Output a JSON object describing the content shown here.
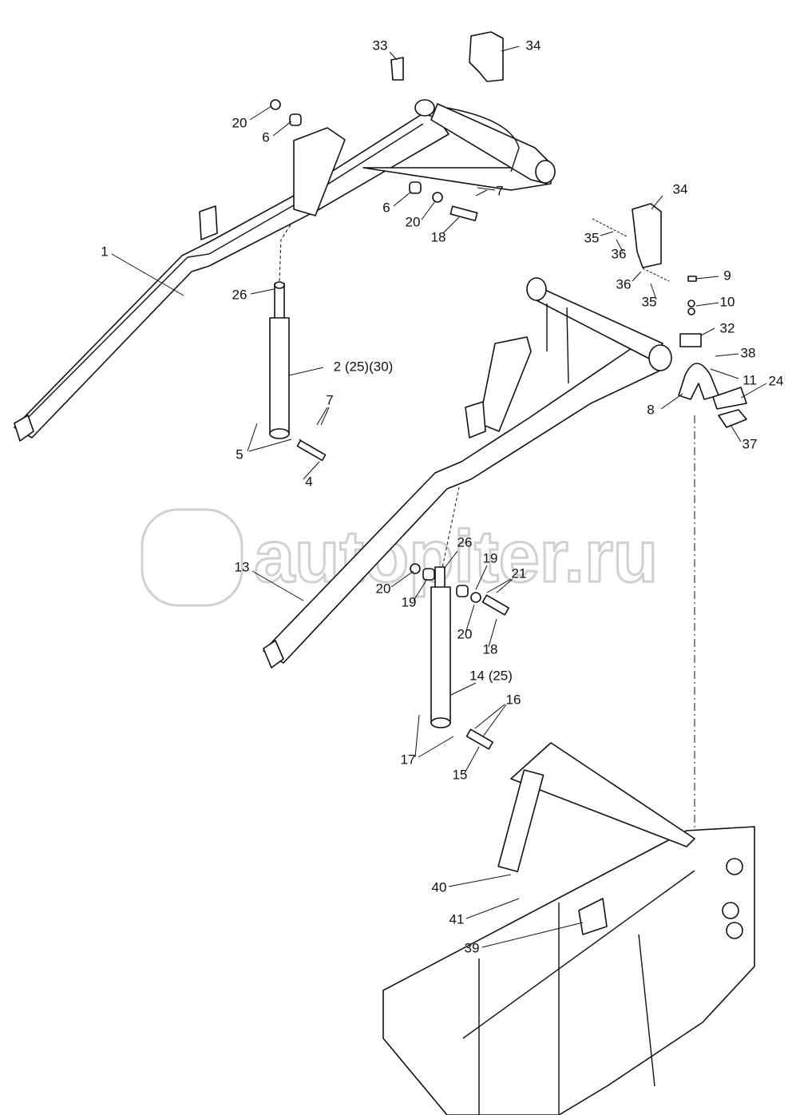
{
  "diagram": {
    "watermark": "autopiter.ru",
    "labels": {
      "l33": "33",
      "l34a": "34",
      "l20a": "20",
      "l6a": "6",
      "l7a": "7",
      "l6b": "6",
      "l20b": "20",
      "l18a": "18",
      "l1": "1",
      "l34b": "34",
      "l35a": "35",
      "l36a": "36",
      "l36b": "36",
      "l35b": "35",
      "l9": "9",
      "l10": "10",
      "l32": "32",
      "l38": "38",
      "l11": "11",
      "l24": "24",
      "l8": "8",
      "l37": "37",
      "l26a": "26",
      "l2": "2 (25)(30)",
      "l7b": "7",
      "l5": "5",
      "l4": "4",
      "l26b": "26",
      "l13": "13",
      "l19a": "19",
      "l21": "21",
      "l20c": "20",
      "l19b": "19",
      "l20d": "20",
      "l18b": "18",
      "l14": "14 (25)",
      "l16": "16",
      "l17": "17",
      "l15": "15",
      "l40": "40",
      "l41": "41",
      "l39": "39"
    }
  }
}
